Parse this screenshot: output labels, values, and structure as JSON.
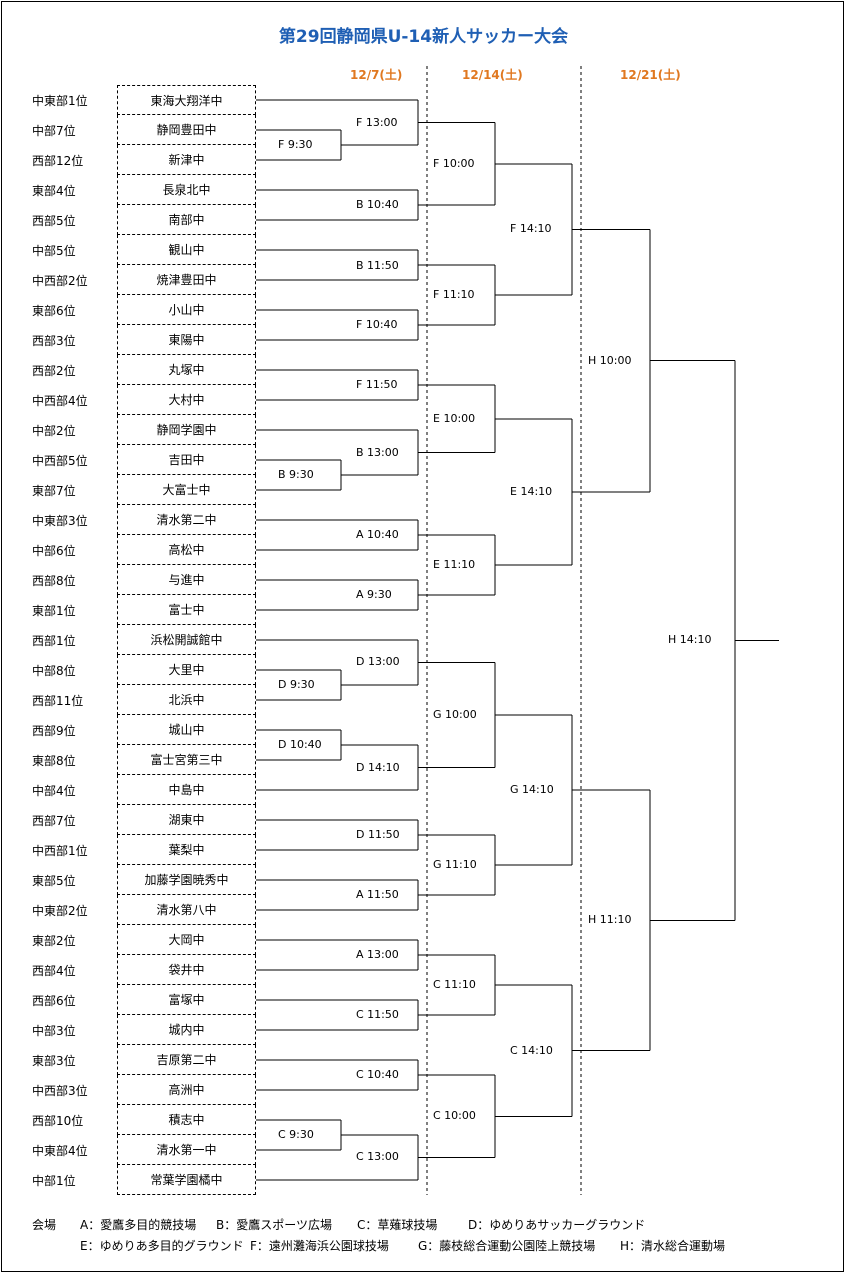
{
  "title": "第29回静岡県U-14新人サッカー大会",
  "dates": [
    "12/7(土)",
    "12/14(土)",
    "12/21(土)"
  ],
  "teams": [
    {
      "rank": "中東部1位",
      "school": "東海大翔洋中"
    },
    {
      "rank": "中部7位",
      "school": "静岡豊田中"
    },
    {
      "rank": "西部12位",
      "school": "新津中"
    },
    {
      "rank": "東部4位",
      "school": "長泉北中"
    },
    {
      "rank": "西部5位",
      "school": "南部中"
    },
    {
      "rank": "中部5位",
      "school": "観山中"
    },
    {
      "rank": "中西部2位",
      "school": "焼津豊田中"
    },
    {
      "rank": "東部6位",
      "school": "小山中"
    },
    {
      "rank": "西部3位",
      "school": "東陽中"
    },
    {
      "rank": "西部2位",
      "school": "丸塚中"
    },
    {
      "rank": "中西部4位",
      "school": "大村中"
    },
    {
      "rank": "中部2位",
      "school": "静岡学園中"
    },
    {
      "rank": "中西部5位",
      "school": "吉田中"
    },
    {
      "rank": "東部7位",
      "school": "大富士中"
    },
    {
      "rank": "中東部3位",
      "school": "清水第二中"
    },
    {
      "rank": "中部6位",
      "school": "高松中"
    },
    {
      "rank": "西部8位",
      "school": "与進中"
    },
    {
      "rank": "東部1位",
      "school": "富士中"
    },
    {
      "rank": "西部1位",
      "school": "浜松開誠館中"
    },
    {
      "rank": "中部8位",
      "school": "大里中"
    },
    {
      "rank": "西部11位",
      "school": "北浜中"
    },
    {
      "rank": "西部9位",
      "school": "城山中"
    },
    {
      "rank": "東部8位",
      "school": "富士宮第三中"
    },
    {
      "rank": "中部4位",
      "school": "中島中"
    },
    {
      "rank": "西部7位",
      "school": "湖東中"
    },
    {
      "rank": "中西部1位",
      "school": "葉梨中"
    },
    {
      "rank": "東部5位",
      "school": "加藤学園暁秀中"
    },
    {
      "rank": "中東部2位",
      "school": "清水第八中"
    },
    {
      "rank": "東部2位",
      "school": "大岡中"
    },
    {
      "rank": "西部4位",
      "school": "袋井中"
    },
    {
      "rank": "西部6位",
      "school": "富塚中"
    },
    {
      "rank": "中部3位",
      "school": "城内中"
    },
    {
      "rank": "東部3位",
      "school": "吉原第二中"
    },
    {
      "rank": "中西部3位",
      "school": "高洲中"
    },
    {
      "rank": "西部10位",
      "school": "積志中"
    },
    {
      "rank": "中東部4位",
      "school": "清水第一中"
    },
    {
      "rank": "中部1位",
      "school": "常葉学園橘中"
    }
  ],
  "matches": {
    "pre": [
      "F 9:30",
      "B 9:30",
      "D 9:30",
      "D 10:40",
      "C 9:30"
    ],
    "r1": [
      "F 13:00",
      "B 10:40",
      "B 11:50",
      "F 10:40",
      "F 11:50",
      "B 13:00",
      "A 10:40",
      "A 9:30",
      "D 13:00",
      "D 14:10",
      "D 11:50",
      "A 11:50",
      "A 13:00",
      "C 11:50",
      "C 10:40",
      "C 13:00"
    ],
    "r2": [
      "F 10:00",
      "F 11:10",
      "E 10:00",
      "E 11:10",
      "G 10:00",
      "G 11:10",
      "C 11:10",
      "C 10:00"
    ],
    "r3": [
      "F 14:10",
      "E 14:10",
      "G 14:10",
      "C 14:10"
    ],
    "r4": [
      "H 10:00",
      "H 11:10"
    ],
    "final": [
      "H 14:10"
    ]
  },
  "legend": {
    "heading": "会場",
    "row1": [
      "A：愛鷹多目的競技場",
      "B：愛鷹スポーツ広場",
      "C：草薙球技場",
      "D：ゆめりあサッカーグラウンド"
    ],
    "row2": [
      "E：ゆめりあ多目的グラウンド",
      "F：遠州灘海浜公園球技場",
      "G：藤枝総合運動公園陸上競技場",
      "H：清水総合運動場"
    ]
  }
}
